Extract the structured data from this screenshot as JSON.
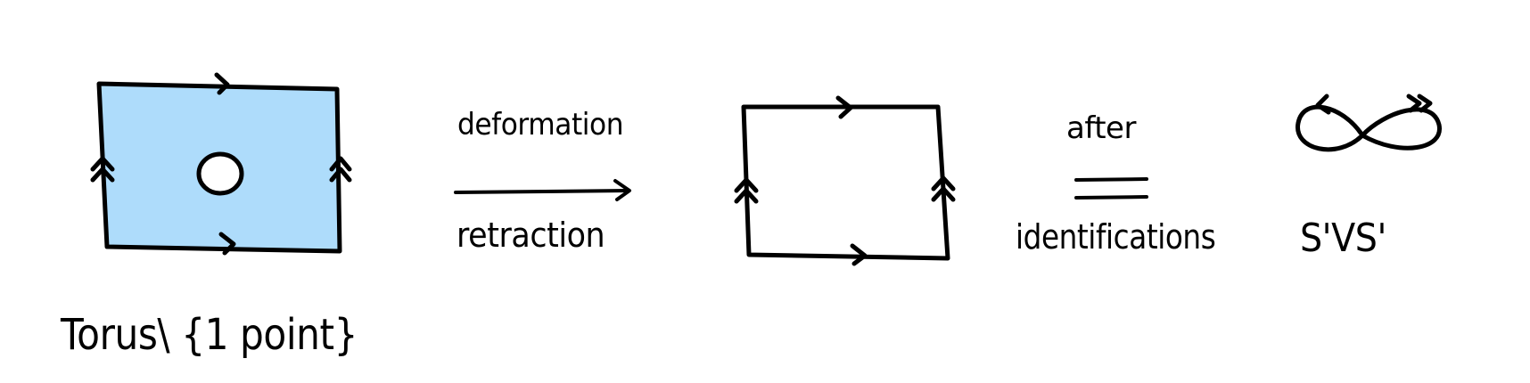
{
  "diagram": {
    "colors": {
      "stroke": "#000000",
      "fill_torus": "#aedcfb",
      "background": "#ffffff"
    },
    "labels": {
      "deformation": "deformation",
      "retraction": "retraction",
      "after": "after",
      "identifications": "identifications",
      "wedge": "S'VS'",
      "torus_caption": "Torus\\ {1 point}"
    },
    "shapes": {
      "punctured_square": "square with hole, edges identified",
      "boundary_square": "square boundary with identified edges",
      "figure_eight": "figure eight loop"
    }
  }
}
